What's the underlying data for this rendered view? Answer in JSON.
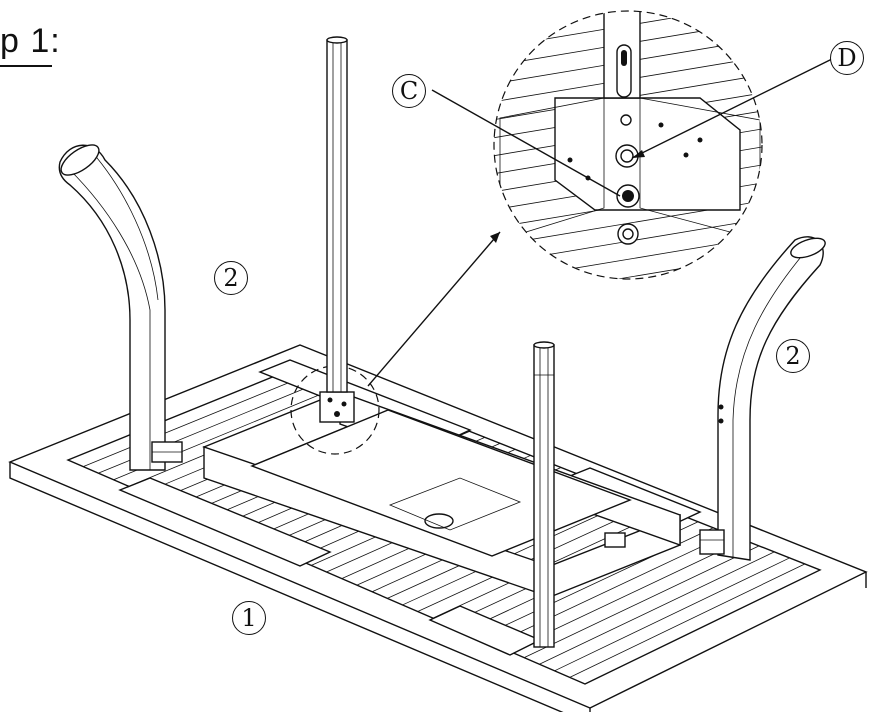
{
  "step": {
    "title": "p 1:"
  },
  "callouts": {
    "tabletop": "1",
    "leg_left": "2",
    "leg_right": "2",
    "bolt": "C",
    "washer": "D"
  }
}
